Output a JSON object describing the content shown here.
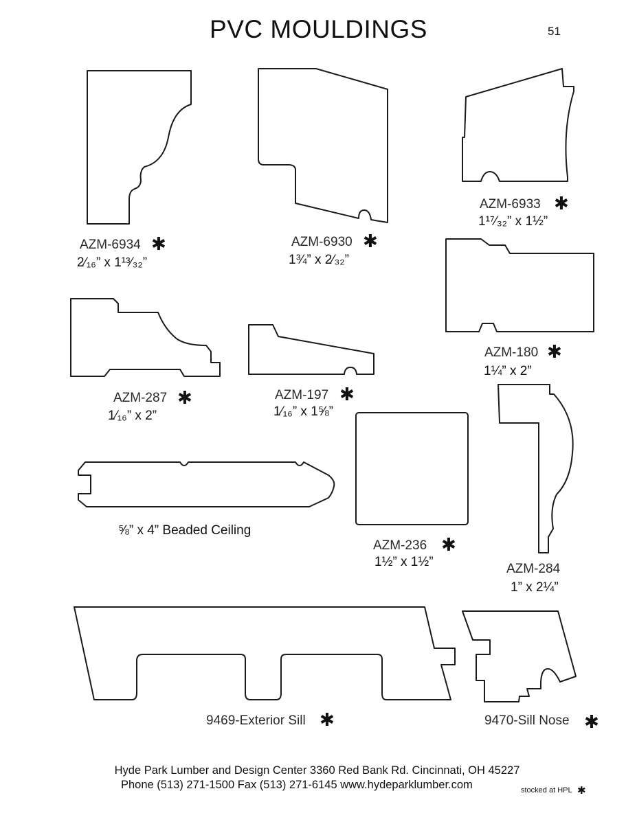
{
  "header": {
    "title": "PVC MOULDINGS",
    "page_number": "51"
  },
  "mouldings": [
    {
      "code": "AZM-6934",
      "dimensions": "2⁄₁₆” x 1¹³⁄₃₂”",
      "stocked_mark": "✱"
    },
    {
      "code": "AZM-6930",
      "dimensions": "1¾” x 2⁄₃₂”",
      "stocked_mark": "✱"
    },
    {
      "code": "AZM-6933",
      "dimensions": "1¹⁷⁄₃₂” x 1½”",
      "stocked_mark": "✱"
    },
    {
      "code": "AZM-180",
      "dimensions": "1¼” x 2”",
      "stocked_mark": "✱"
    },
    {
      "code": "AZM-287",
      "dimensions": "1⁄₁₆” x 2”",
      "stocked_mark": "✱"
    },
    {
      "code": "AZM-197",
      "dimensions": "1⁄₁₆” x 1⅝”",
      "stocked_mark": "✱"
    },
    {
      "code": "AZM-236",
      "dimensions": "1½” x 1½”",
      "stocked_mark": "✱"
    },
    {
      "code": "AZM-284",
      "dimensions": "1” x 2¼”",
      "stocked_mark": ""
    },
    {
      "code": "",
      "dimensions": "⅝” x 4” Beaded Ceiling",
      "stocked_mark": ""
    },
    {
      "code": "9469-Exterior Sill",
      "dimensions": "",
      "stocked_mark": "✱"
    },
    {
      "code": "9470-Sill Nose",
      "dimensions": "",
      "stocked_mark": "✱"
    }
  ],
  "footer": {
    "line1": "Hyde Park Lumber and Design Center  3360 Red Bank Rd.  Cincinnati, OH 45227",
    "line2": "Phone (513) 271-1500  Fax (513) 271-6145  www.hydeparklumber.com",
    "stocked_note": "stocked at HPL",
    "stocked_mark": "✱"
  }
}
